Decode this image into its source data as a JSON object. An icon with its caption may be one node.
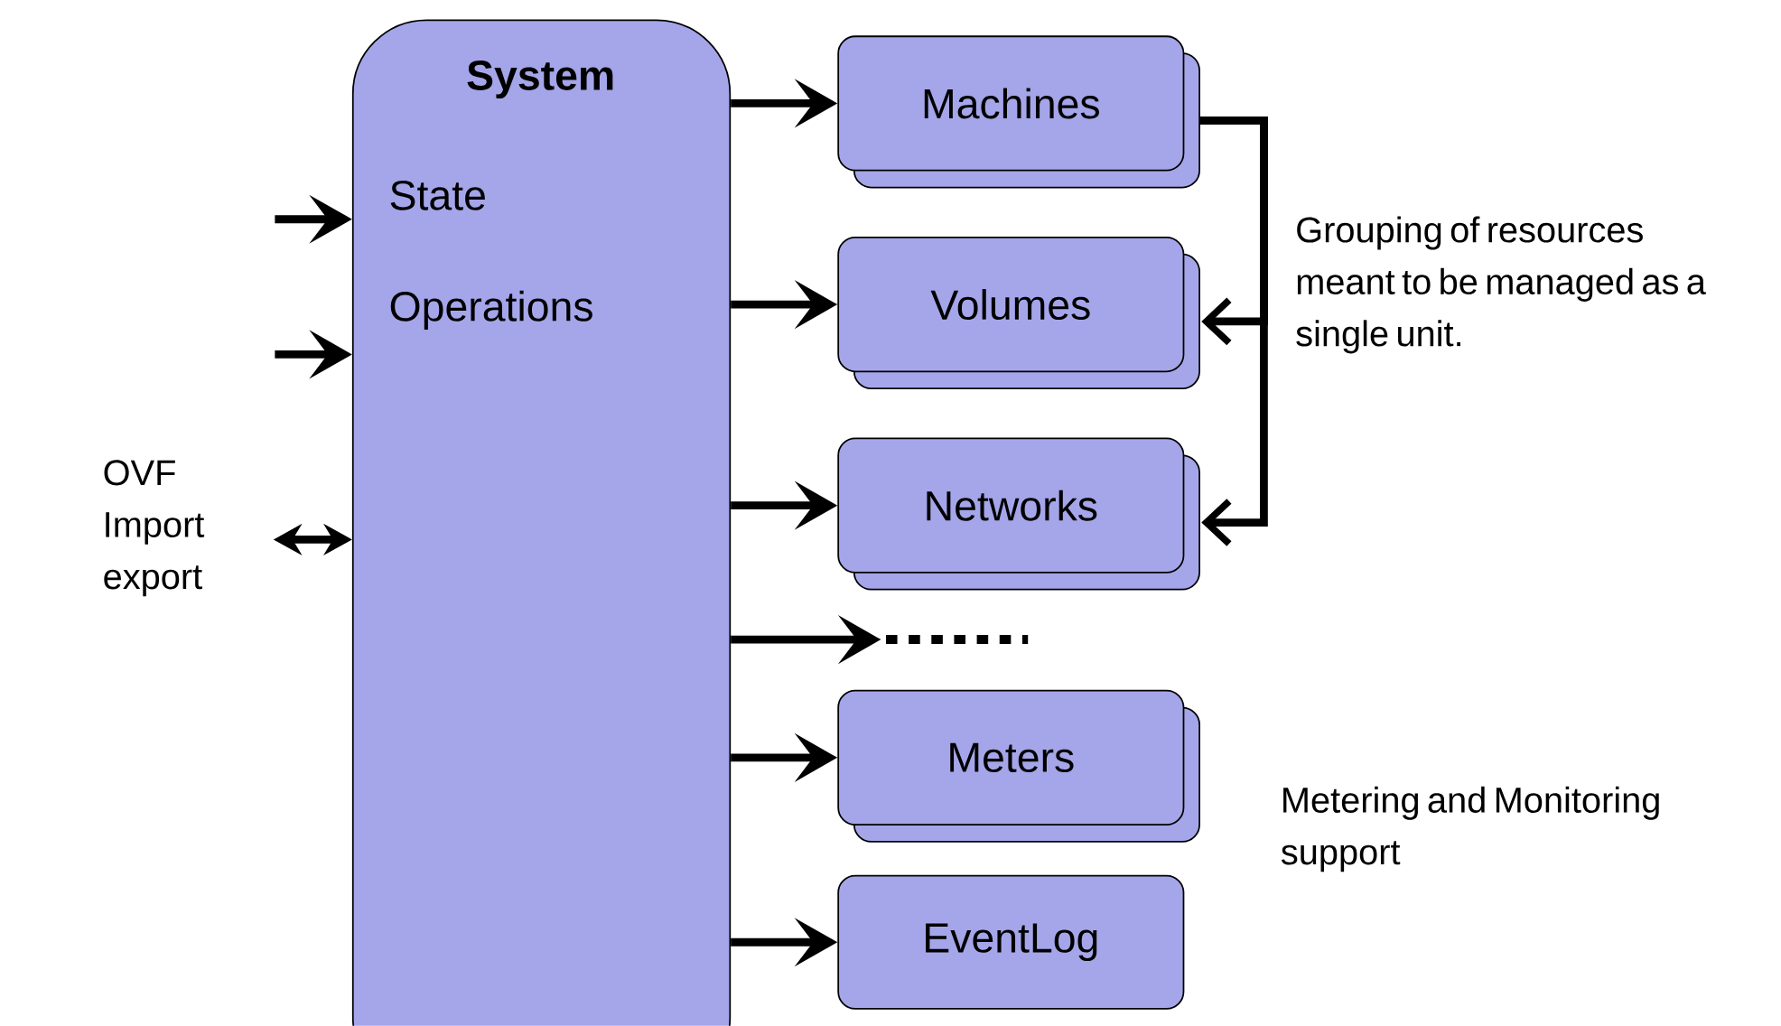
{
  "diagram": {
    "nodes": [
      {
        "text": [
          "System",
          "State",
          "Operations"
        ]
      },
      {
        "text": [
          "OVF Import export"
        ]
      },
      {
        "text": [
          "Machines"
        ]
      },
      {
        "text": [
          "Volumes"
        ]
      },
      {
        "text": [
          "Networks"
        ]
      },
      {
        "text": [],
        "shape": "dots"
      },
      {
        "text": [
          "Meters"
        ]
      },
      {
        "text": [
          "EventLog"
        ]
      }
    ],
    "edges": [
      {
        "from": null,
        "to": 0,
        "arrow": "to"
      },
      {
        "from": null,
        "to": 0,
        "arrow": "to"
      },
      {
        "from": 1,
        "to": 0,
        "arrow": "both"
      },
      {
        "from": 0,
        "to": 2,
        "arrow": "to"
      },
      {
        "from": 0,
        "to": 3,
        "arrow": "to"
      },
      {
        "from": 0,
        "to": 4,
        "arrow": "to"
      },
      {
        "from": 0,
        "to": 5,
        "arrow": "to"
      },
      {
        "from": 0,
        "to": 6,
        "arrow": "to"
      },
      {
        "from": 0,
        "to": 7,
        "arrow": "to"
      },
      {
        "from": 2,
        "to": 3,
        "arrow": "to"
      },
      {
        "from": 2,
        "to": 4,
        "arrow": "to"
      }
    ],
    "labels": [
      "Grouping of resources meant to be managed as a single unit.",
      "Metering and Monitoring support"
    ]
  }
}
